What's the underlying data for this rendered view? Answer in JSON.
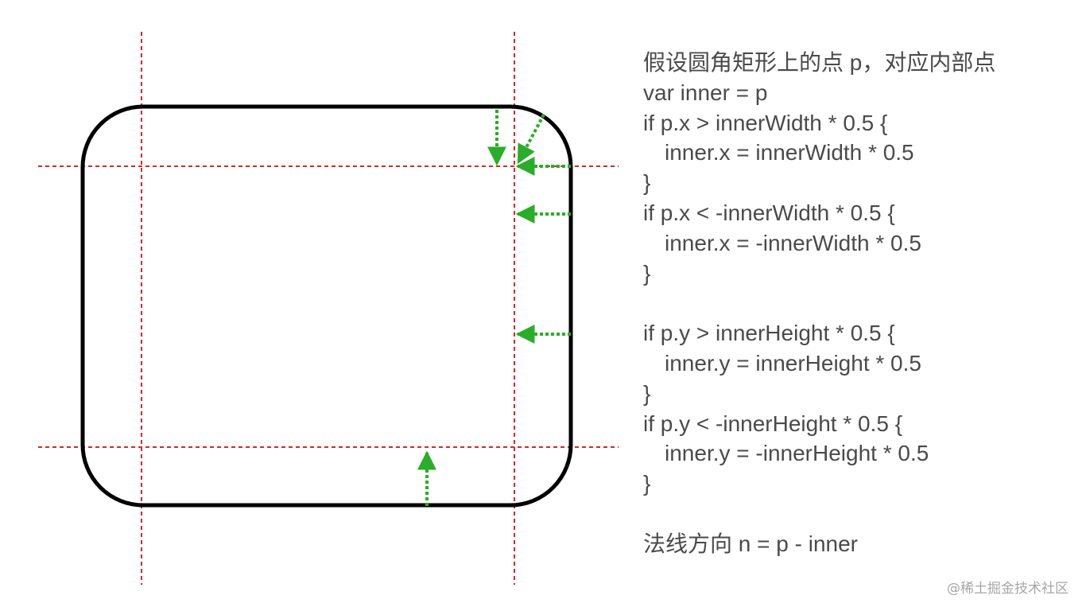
{
  "code_lines": [
    {
      "text": "假设圆角矩形上的点 p，对应内部点",
      "indent": false
    },
    {
      "text": "var inner = p",
      "indent": false
    },
    {
      "text": "if p.x > innerWidth * 0.5 {",
      "indent": false
    },
    {
      "text": "inner.x = innerWidth * 0.5",
      "indent": true
    },
    {
      "text": "}",
      "indent": false
    },
    {
      "text": "if p.x < -innerWidth * 0.5 {",
      "indent": false
    },
    {
      "text": "inner.x = -innerWidth * 0.5",
      "indent": true
    },
    {
      "text": "}",
      "indent": false
    },
    {
      "text": "",
      "indent": false
    },
    {
      "text": "if p.y > innerHeight * 0.5 {",
      "indent": false
    },
    {
      "text": "inner.y = innerHeight * 0.5",
      "indent": true
    },
    {
      "text": "}",
      "indent": false
    },
    {
      "text": "if p.y < -innerHeight * 0.5 {",
      "indent": false
    },
    {
      "text": "inner.y = -innerHeight * 0.5",
      "indent": true
    },
    {
      "text": "}",
      "indent": false
    },
    {
      "text": "",
      "indent": false
    },
    {
      "text": "法线方向 n = p - inner",
      "indent": false
    }
  ],
  "watermark": "@稀土掘金技术社区",
  "colors": {
    "rect_stroke": "#000000",
    "guide_line": "#d42a2a",
    "arrow": "#2aad2a",
    "text": "#4a4a4a",
    "watermark": "#a6a6a6"
  }
}
